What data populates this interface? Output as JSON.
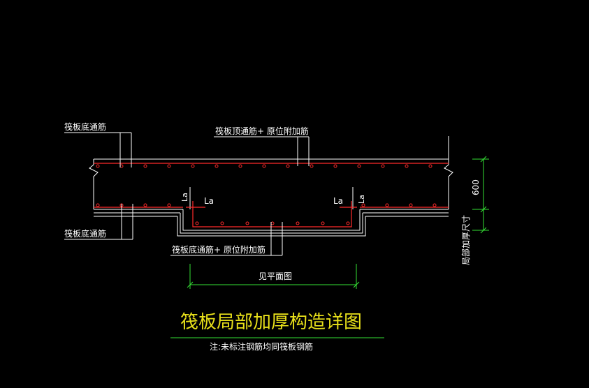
{
  "drawing": {
    "title": "筏板局部加厚构造详图",
    "note": "注:未标注钢筋均同筏板钢筋",
    "labels": {
      "raft_bottom_top": "筏板底通筋",
      "raft_bottom_bottom": "筏板底通筋",
      "raft_top_plus": "筏板顶通筋+ 原位附加筋",
      "raft_bottom_plus": "筏板底通筋+ 原位附加筋",
      "see_plan": "见平面图",
      "la_1": "La",
      "la_2": "La",
      "la_3": "La",
      "la_4": "La",
      "dim_600": "600",
      "local_thickening": "局部加厚尺寸"
    }
  },
  "colors": {
    "background": "#000000",
    "line": "#ffffff",
    "rebar": "#ff2a2a",
    "dimension": "#35e035",
    "title": "#e8e01a"
  }
}
